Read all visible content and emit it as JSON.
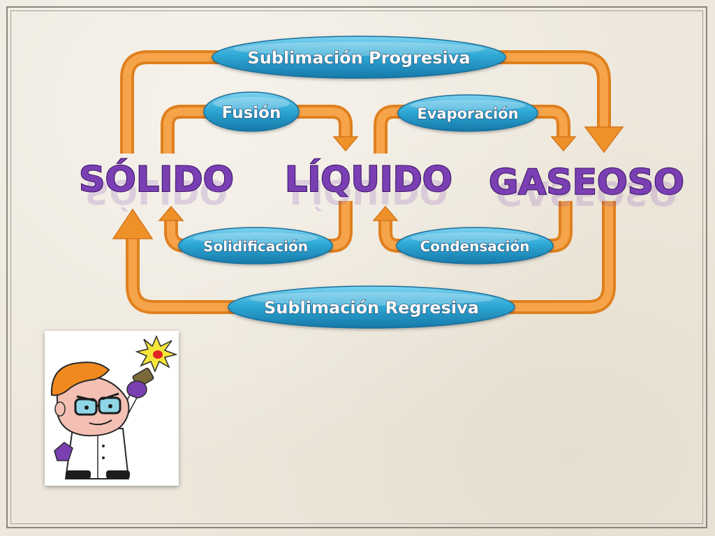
{
  "diagram": {
    "states": {
      "solid": "SÓLIDO",
      "liquid": "LÍQUIDO",
      "gas": "GASEOSO"
    },
    "transitions": {
      "sublimation_progressive": "Sublimación Progresiva",
      "fusion": "Fusión",
      "evaporation": "Evaporación",
      "solidification": "Solidificación",
      "condensation": "Condensación",
      "sublimation_regressive": "Sublimación Regresiva"
    },
    "colors": {
      "arrow": "#f0962b",
      "pill": "#2fa9d6",
      "state_text": "#7b3fb4",
      "background": "#eee8dc"
    }
  },
  "illustration": {
    "icon": "cartoon-scientist-with-beaker"
  }
}
